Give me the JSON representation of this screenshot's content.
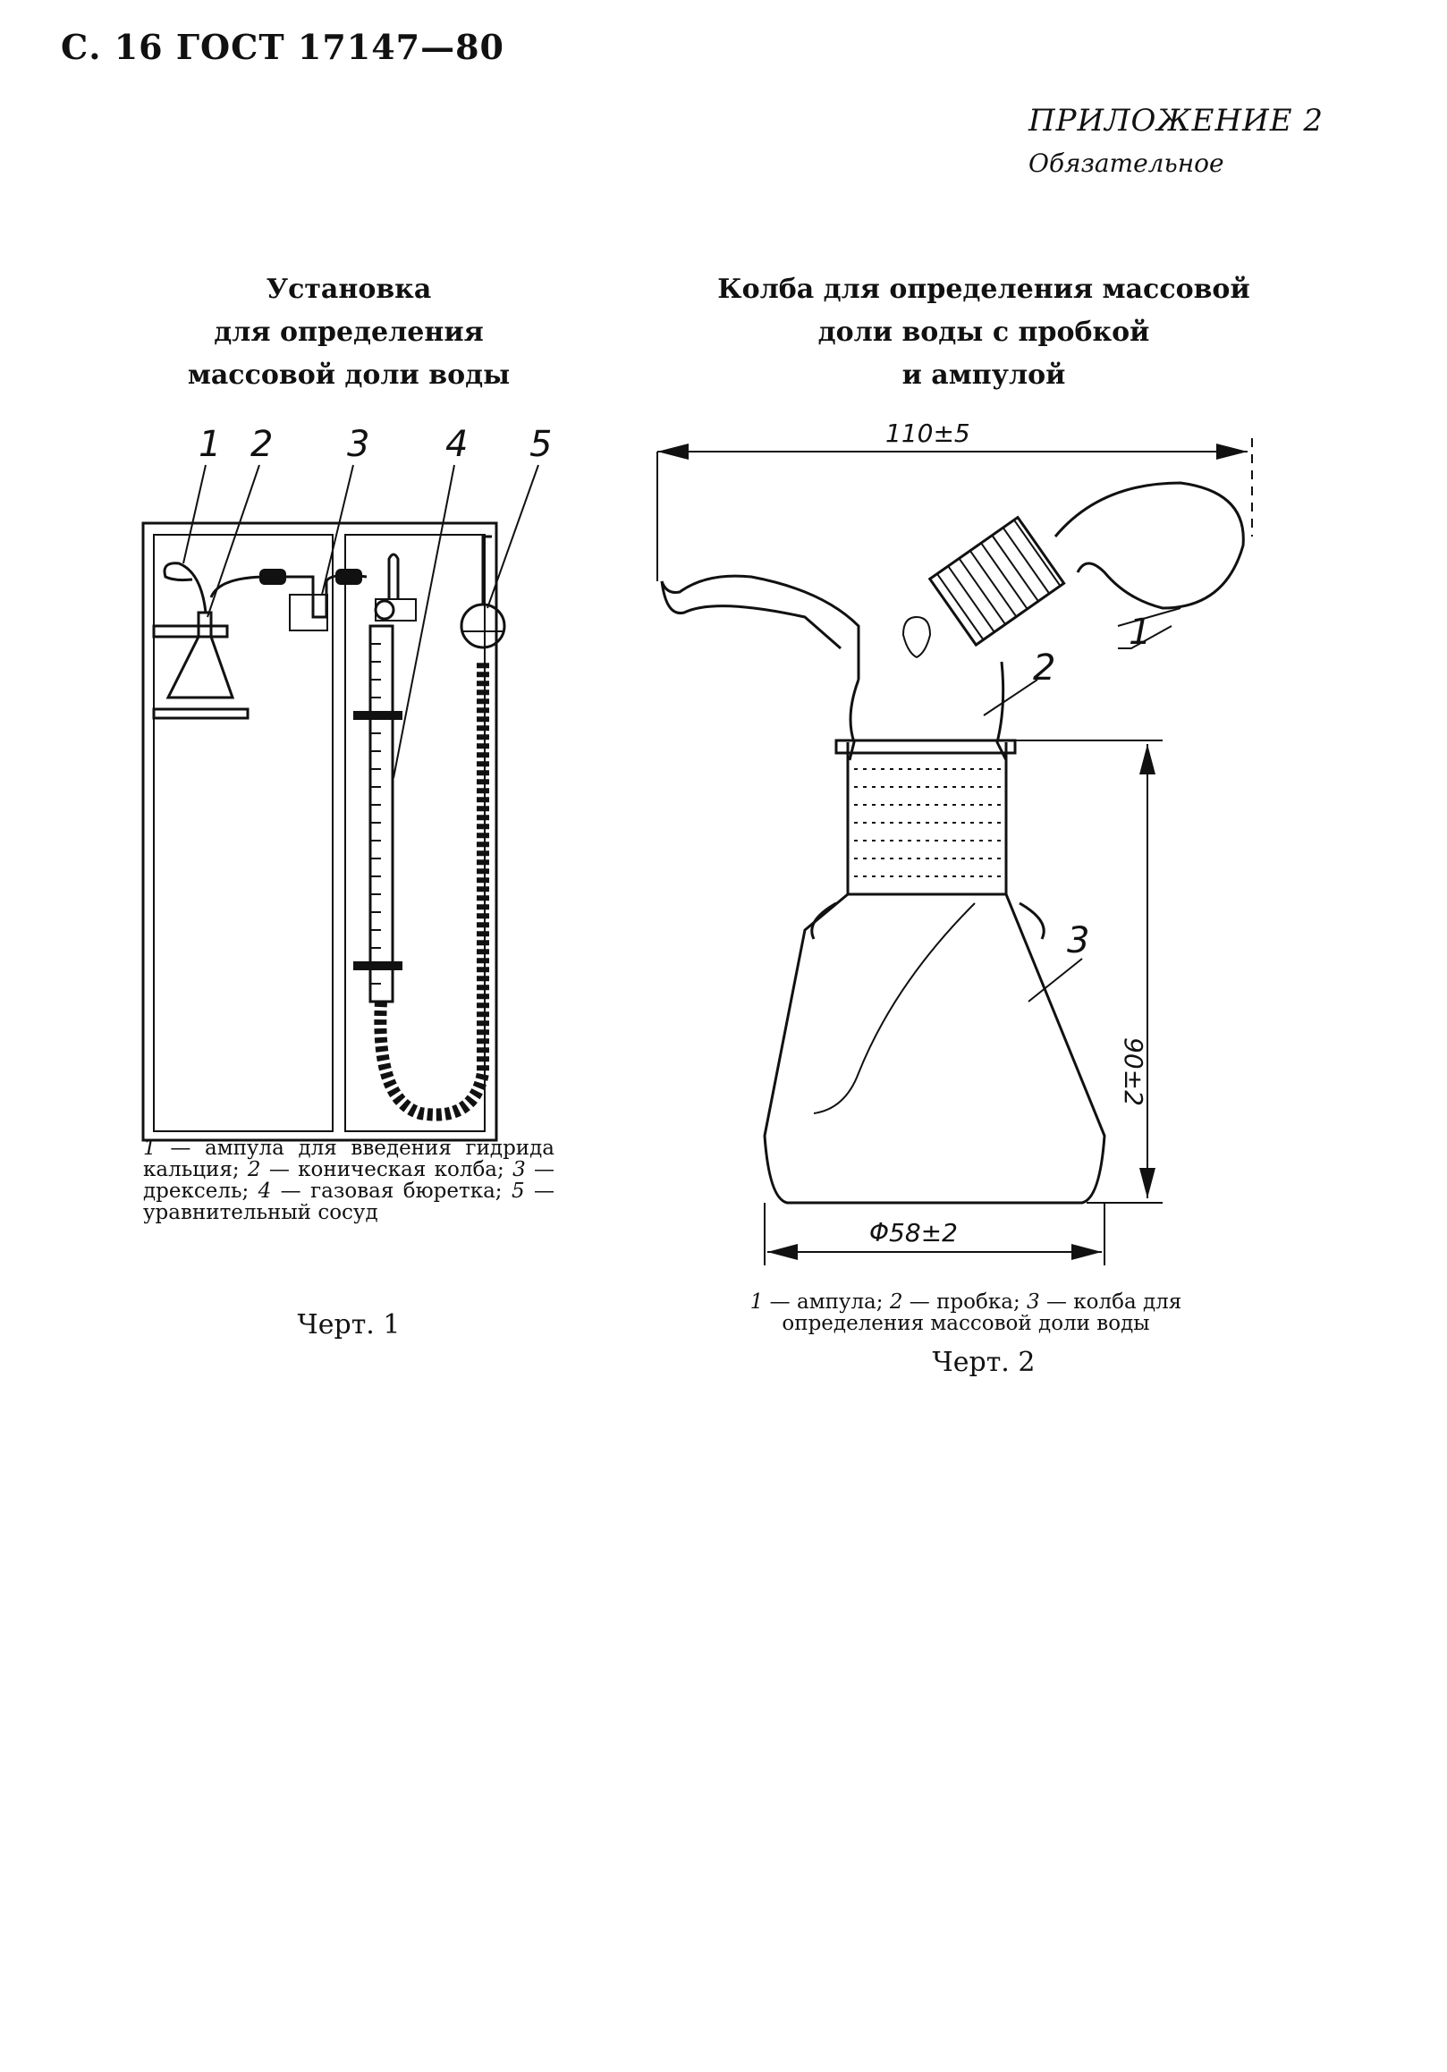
{
  "header": {
    "page_ref": "С. 16 ГОСТ 17147—80"
  },
  "appendix": {
    "title": "ПРИЛОЖЕНИЕ 2",
    "status": "Обязательное"
  },
  "figure1": {
    "title_lines": [
      "Установка",
      "для определения",
      "массовой доли воды"
    ],
    "callouts": [
      "1",
      "2",
      "3",
      "4",
      "5"
    ],
    "legend": [
      {
        "num": "1",
        "text": " — ампула для введения гидрида кальция; "
      },
      {
        "num": "2",
        "text": " — коническая колба; "
      },
      {
        "num": "3",
        "text": " — дрексель; "
      },
      {
        "num": "4",
        "text": " — газовая бюретка; "
      },
      {
        "num": "5",
        "text": " — уравнительный сосуд"
      }
    ],
    "caption": "Черт. 1"
  },
  "figure2": {
    "title_lines": [
      "Колба для определения массовой",
      "доли воды с пробкой",
      "и ампулой"
    ],
    "callouts": [
      "1",
      "2",
      "3"
    ],
    "dimensions": {
      "width": "110±5",
      "height": "90±2",
      "diameter": "Φ58±2"
    },
    "legend": [
      {
        "num": "1",
        "text": " — ампула; "
      },
      {
        "num": "2",
        "text": " — пробка; "
      },
      {
        "num": "3",
        "text": " — колба для определения массовой доли воды"
      }
    ],
    "caption": "Черт. 2"
  }
}
